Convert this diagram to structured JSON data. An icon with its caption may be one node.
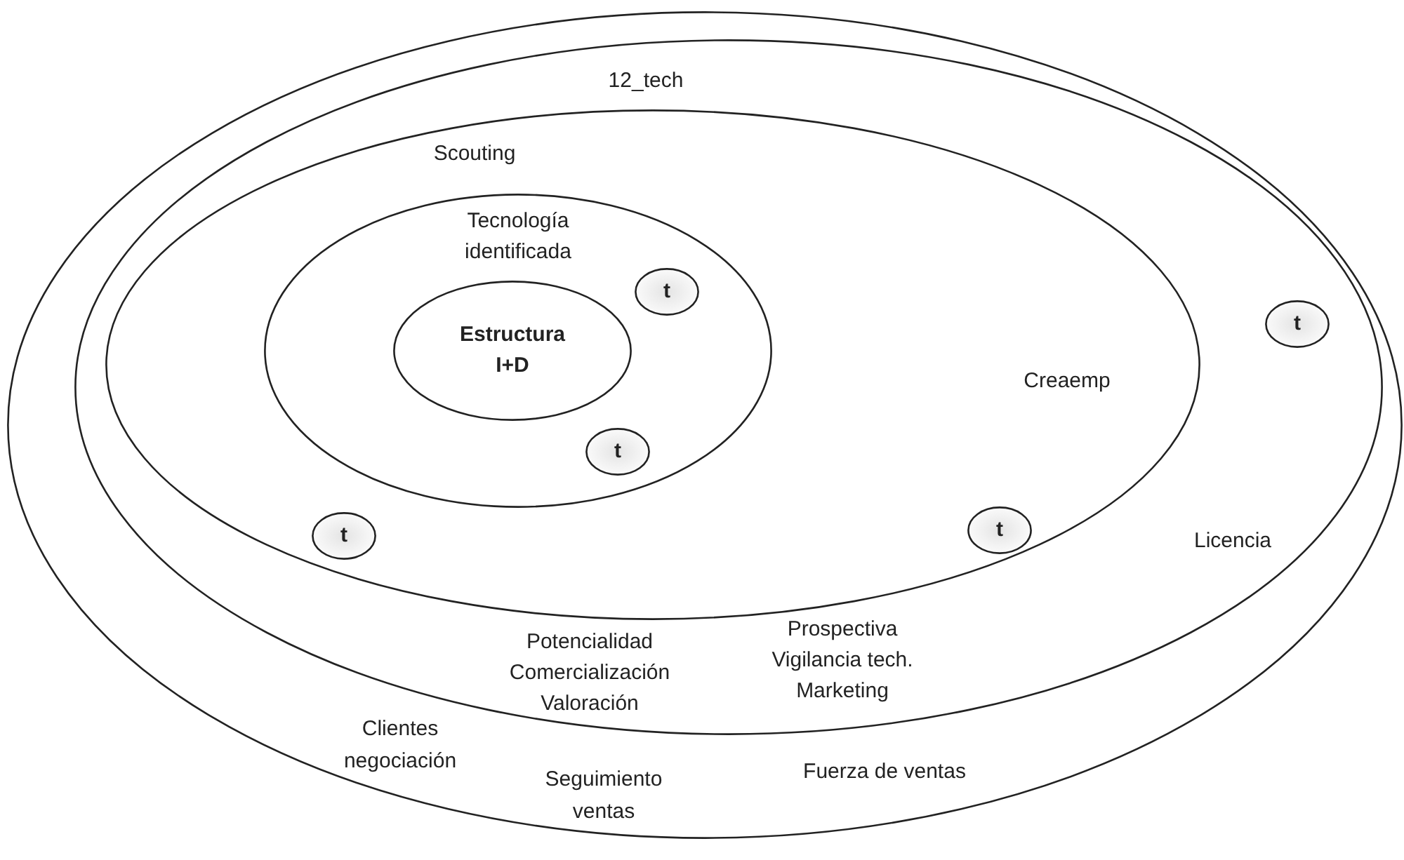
{
  "diagram": {
    "nodes": [
      {
        "text": [
          "Clientes negociación",
          "Seguimiento ventas",
          "Fuerza de ventas"
        ]
      },
      {
        "text": [
          "12_tech",
          "Licencia",
          "Prospectiva Vigilancia tech. Marketing",
          "Potencialidad Comercialización Valoración"
        ],
        "in": 0
      },
      {
        "text": [
          "Scouting",
          "Creaemp"
        ],
        "in": 1
      },
      {
        "text": [
          "Tecnología identificada"
        ],
        "in": 2
      },
      {
        "text": [
          "Estructura I+D"
        ],
        "in": 3
      },
      {
        "text": [
          "t"
        ],
        "in": 3
      },
      {
        "text": [
          "t"
        ],
        "in": 1
      },
      {
        "text": [
          "t"
        ],
        "in": 3
      },
      {
        "text": [
          "t"
        ],
        "in": 2
      },
      {
        "text": [
          "t"
        ],
        "in": 2
      }
    ]
  }
}
